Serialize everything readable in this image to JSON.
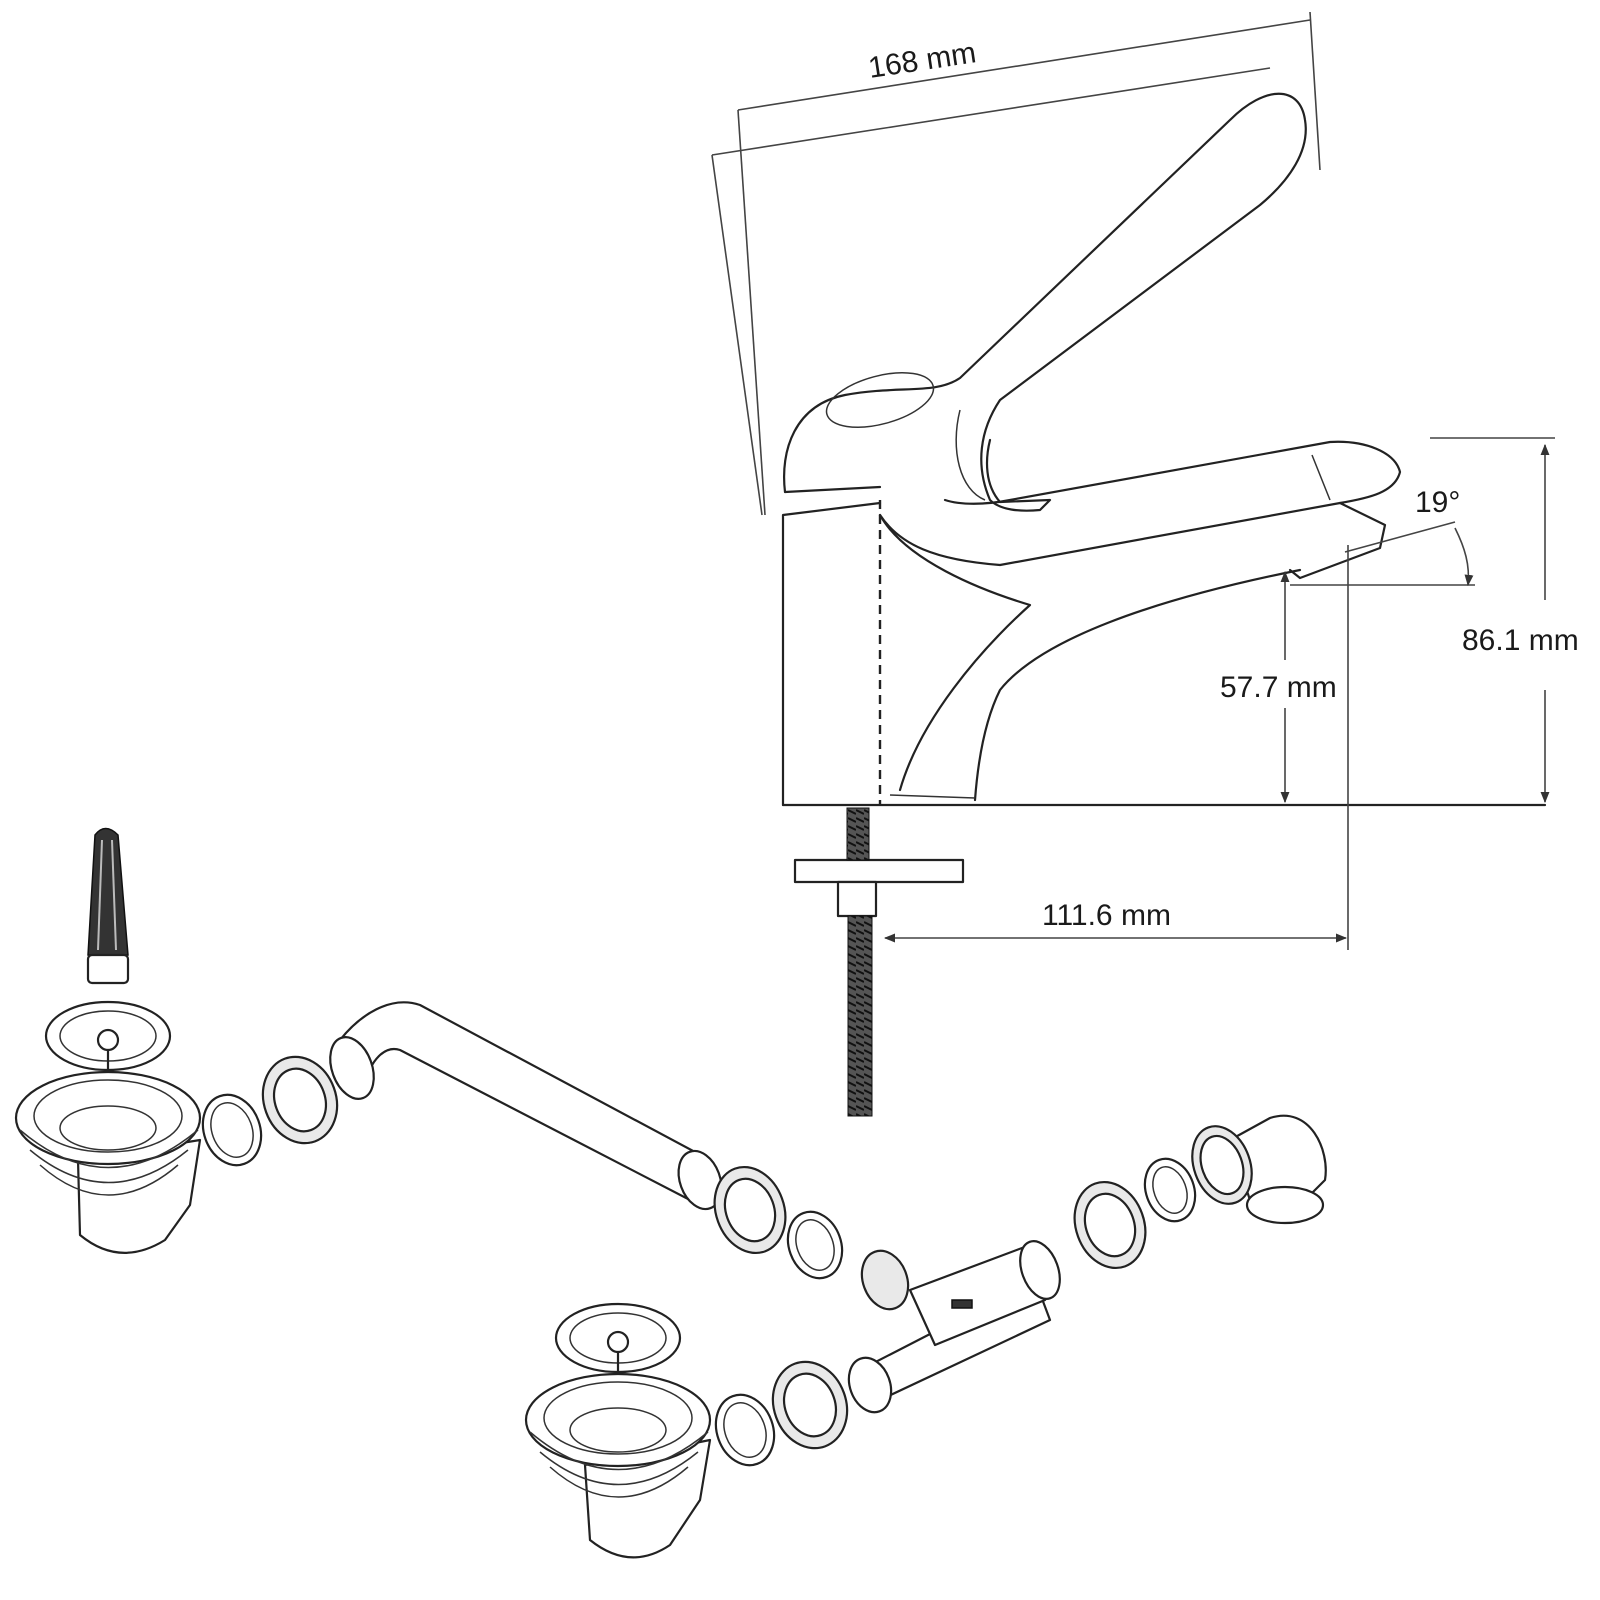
{
  "dimensions": {
    "handle_length": "168 mm",
    "spout_angle": "19°",
    "total_height": "86.1 mm",
    "spout_height": "57.7 mm",
    "spout_reach": "111.6 mm"
  },
  "colors": {
    "line": "#222222",
    "background": "#ffffff"
  }
}
